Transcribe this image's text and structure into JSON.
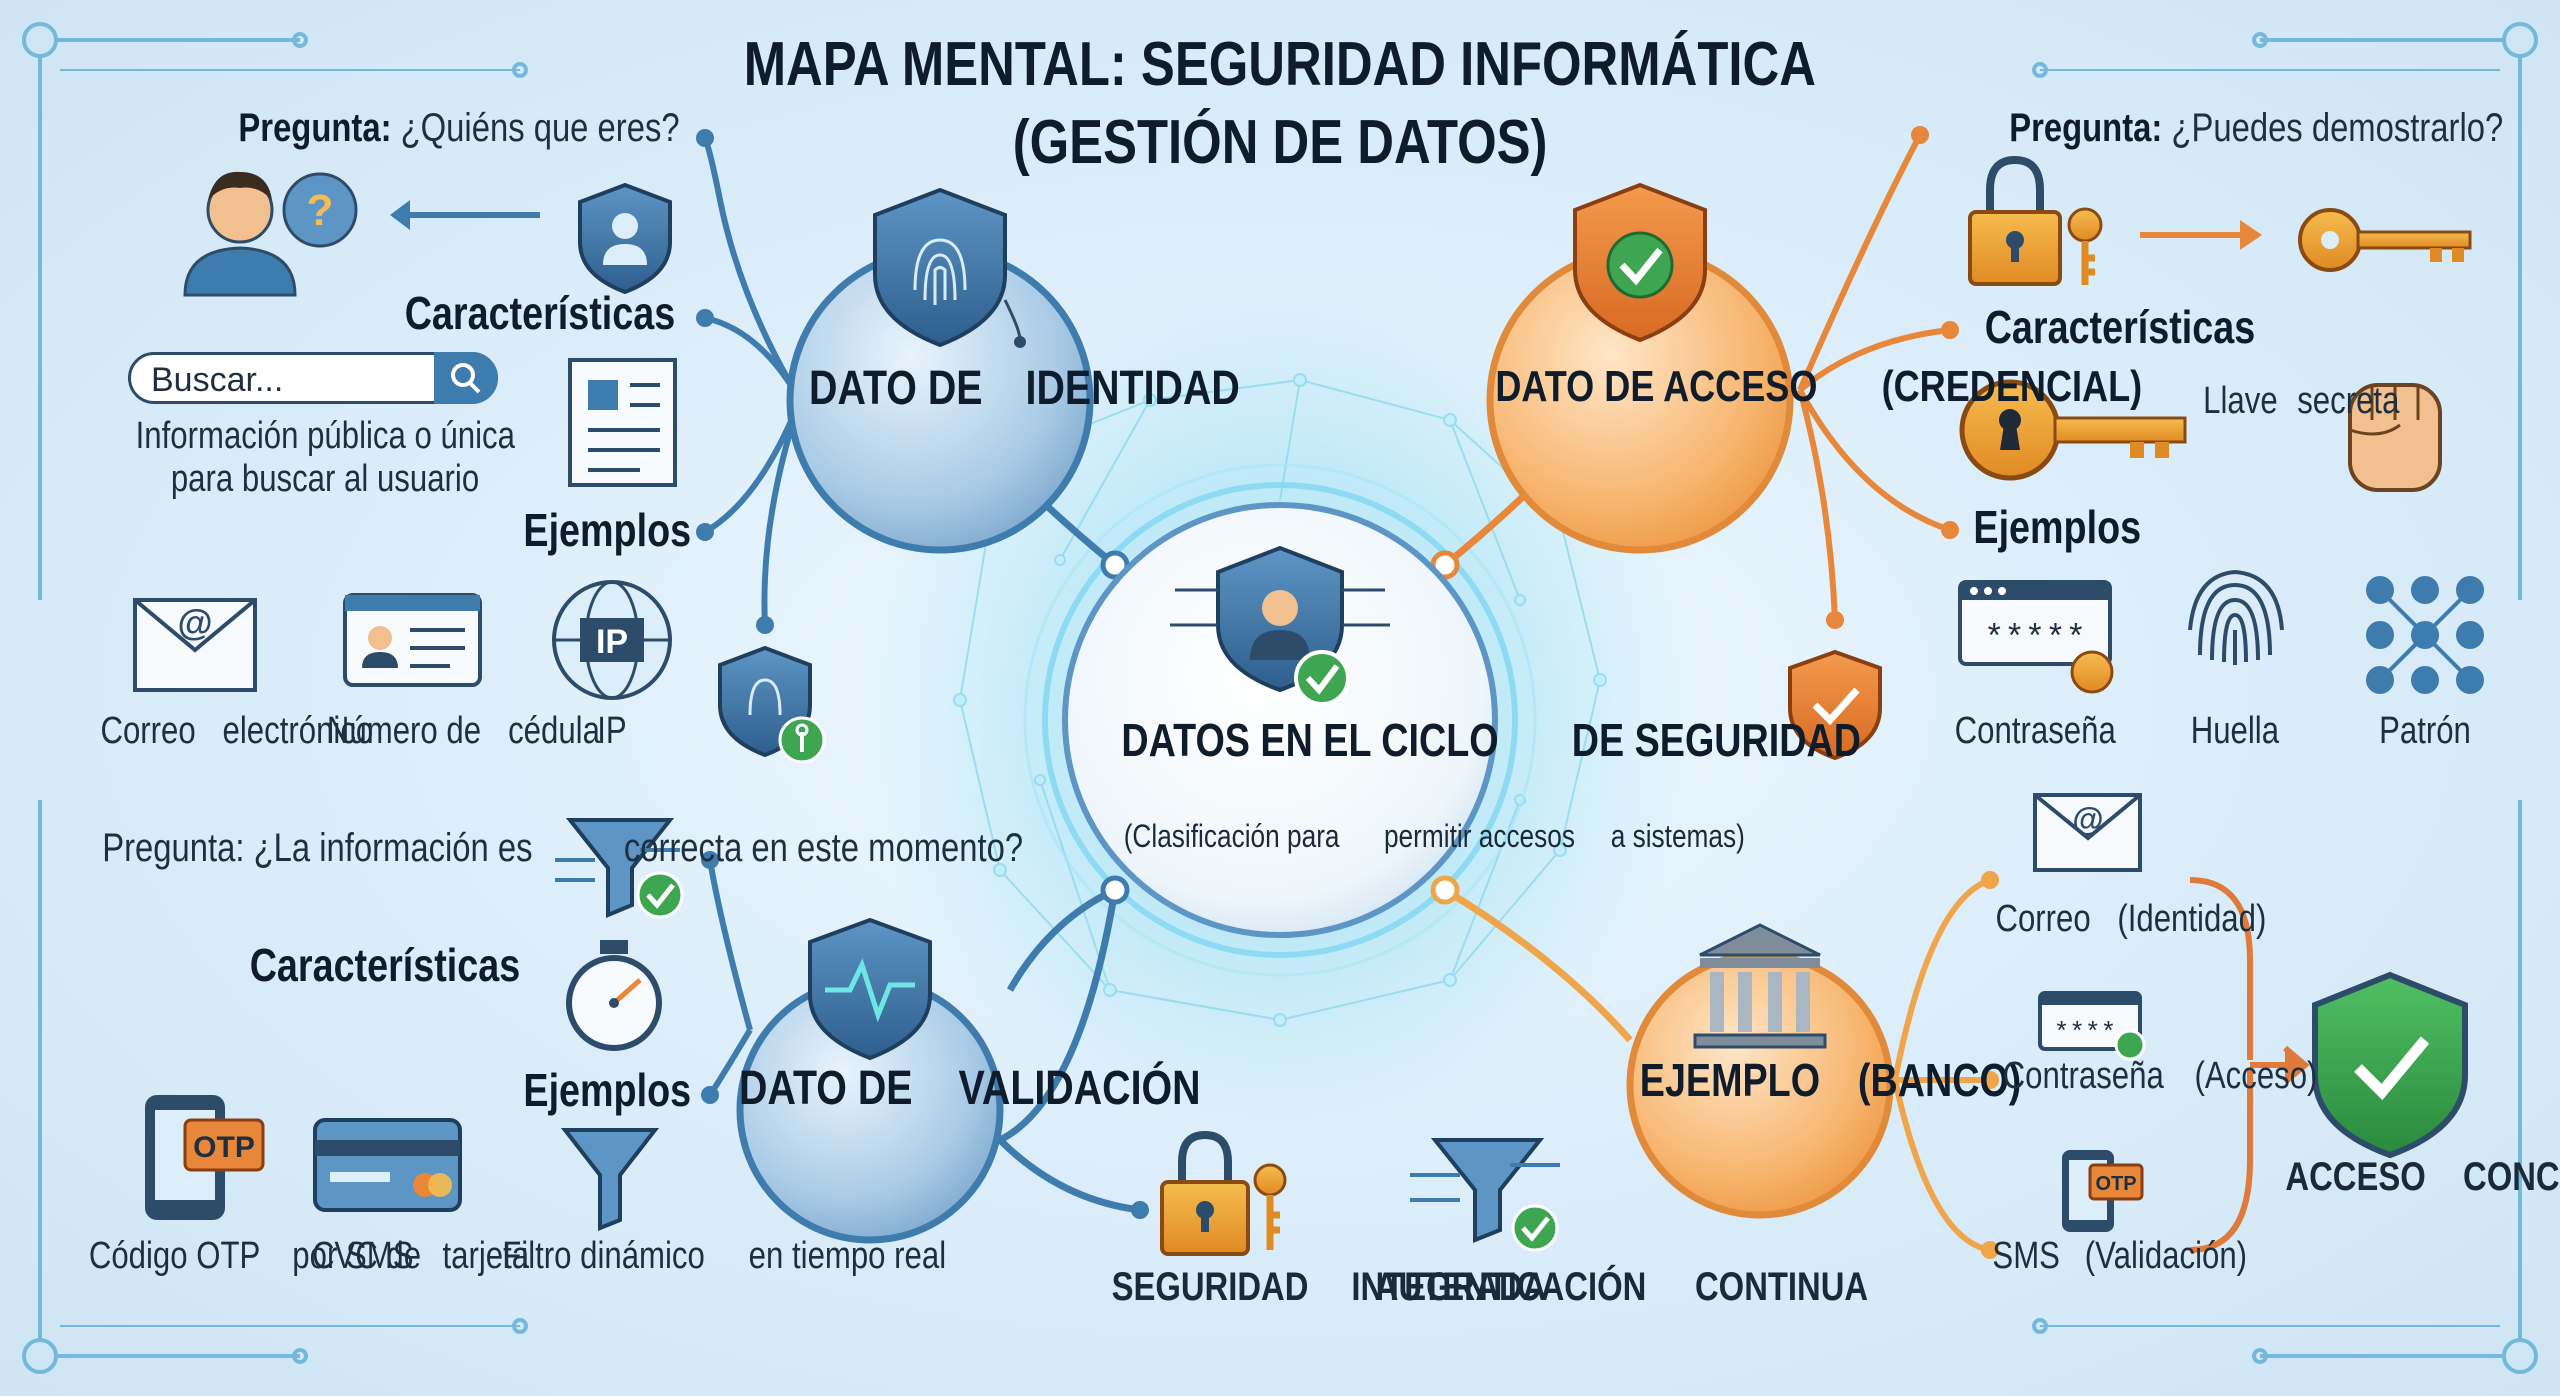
{
  "title": {
    "line1": "MAPA MENTAL: SEGURIDAD INFORMÁTICA",
    "line2": "(GESTIÓN DE DATOS)"
  },
  "center": {
    "title_line1": "DATOS EN EL CICLO",
    "title_line2": "DE SEGURIDAD",
    "subtitle_line1": "(Clasificación para",
    "subtitle_line2": "permitir accesos",
    "subtitle_line3": "a sistemas)"
  },
  "identidad": {
    "node_line1": "DATO DE",
    "node_line2": "IDENTIDAD",
    "question_label": "Pregunta:",
    "question_text": "¿Quiéns que eres?",
    "characteristics_label": "Características",
    "search_placeholder": "Buscar...",
    "characteristics_desc_line1": "Información pública o única",
    "characteristics_desc_line2": "para buscar al usuario",
    "examples_label": "Ejemplos",
    "examples": [
      {
        "line1": "Correo",
        "line2": "electrónico"
      },
      {
        "line1": "Número de",
        "line2": "cédula"
      },
      {
        "line1": "IP",
        "line2": ""
      }
    ],
    "ip_icon_text": "IP"
  },
  "acceso": {
    "node_line1": "DATO DE ACCESO",
    "node_line2": "(CREDENCIAL)",
    "question_label": "Pregunta:",
    "question_text": "¿Puedes demostrarlo?",
    "characteristics_label": "Características",
    "characteristics_desc_line1": "Llave",
    "characteristics_desc_line2": "secreta",
    "examples_label": "Ejemplos",
    "examples": [
      "Contraseña",
      "Huella",
      "Patrón"
    ],
    "password_icon_text": "*****"
  },
  "validacion": {
    "node_line1": "DATO DE",
    "node_line2": "VALIDACIÓN",
    "question_line1": "Pregunta: ¿La información es",
    "question_line2": "correcta en este momento?",
    "characteristics_label": "Características",
    "examples_label": "Ejemplos",
    "examples": [
      {
        "line1": "Código OTP",
        "line2": "por SMS"
      },
      {
        "line1": "CVC de",
        "line2": "tarjeta"
      },
      {
        "line1": "Filtro dinámico",
        "line2": "en tiempo real"
      }
    ],
    "otp_icon_text": "OTP"
  },
  "banco": {
    "node_line1": "EJEMPLO",
    "node_line2": "(BANCO)",
    "steps": [
      {
        "line1": "Correo",
        "line2": "(Identidad)"
      },
      {
        "line1": "Contraseña",
        "line2": "(Acceso)"
      },
      {
        "line1": "SMS",
        "line2": "(Validación)"
      }
    ],
    "password_icon_text": "****",
    "otp_icon_text": "OTP",
    "result_line1": "ACCESO",
    "result_line2": "CONCEDIDO"
  },
  "bottom": {
    "item1_line1": "SEGURIDAD",
    "item1_line2": "INTEGRADA",
    "item2_line1": "AUTENTICACIÓN",
    "item2_line2": "CONTINUA"
  },
  "colors": {
    "blue": "#3f7cae",
    "dark_blue": "#2d4c69",
    "orange": "#e8863a",
    "green": "#3ea651",
    "frame": "#74b9dc"
  }
}
